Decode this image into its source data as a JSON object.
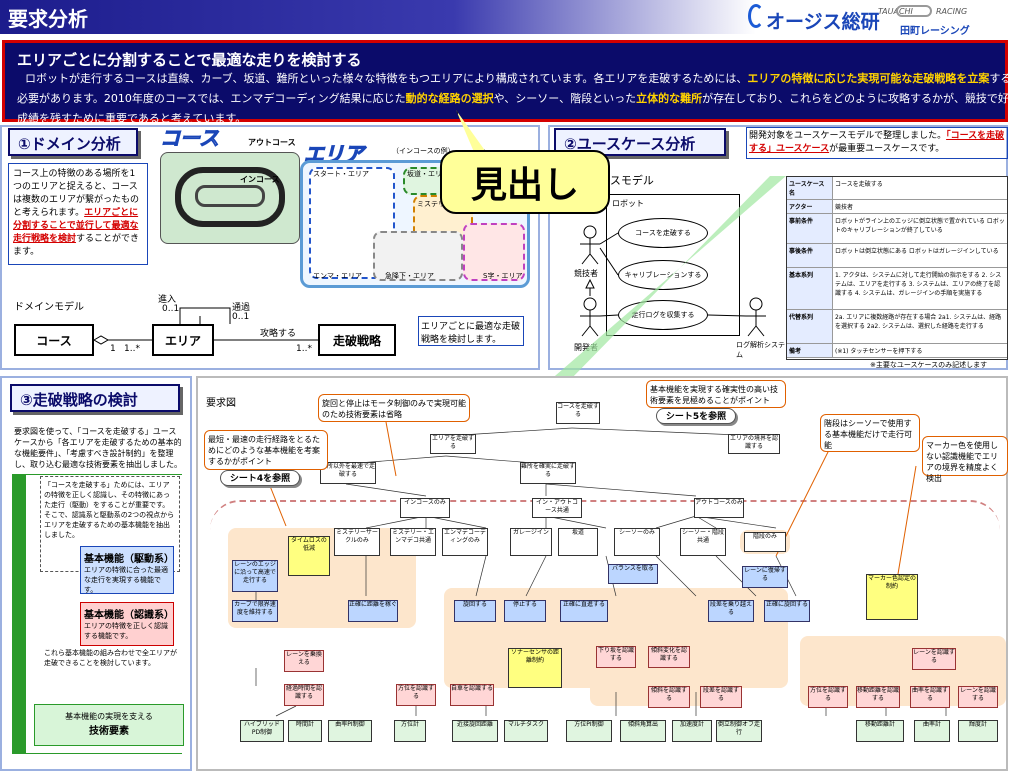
{
  "header": {
    "title": "要求分析",
    "logo_text": "オージス総研",
    "logo_sub_left": "TAUACHI",
    "logo_sub_right": "RACING",
    "logo_jp": "田町レーシング"
  },
  "banner": {
    "title": "エリアごとに分割することで最適な走りを検討する",
    "body_1": "ロボットが走行するコースは直線、カーブ、坂道、難所といった様々な特徴をもつエリアにより構成されています。各エリアを走破するためには、",
    "hl_1": "エリアの特徴に応じた実現可能な走破戦略",
    "hl_2": "を立案",
    "body_2": "する必要があります。2010年度のコースでは、エンマデコーディング結果に応じた",
    "hl_3": "動的な経路の選択",
    "body_3": "や、シーソー、階段といった",
    "hl_4": "立体的な難所",
    "body_4": "が存在しており、これらをどのように攻略するかが、競技で好成績を残すために重要であると考えています。"
  },
  "bubble": {
    "label": "見出し"
  },
  "domain": {
    "title": "①ドメイン分析",
    "desc_1": "コース上の特徴のある場所を1つのエリアと捉えると、コースは複数のエリアが繋がったものと考えられます。",
    "desc_link": "エリアごとに分割することで並行して最適な走行戦略を検討",
    "desc_2": "することができます。",
    "course_label": "コース",
    "outcourse": "アウトコース",
    "incourse": "インコース",
    "area_label": "エリア",
    "area_sub": "（インコースの例）",
    "areas": [
      "スタート・エリア",
      "坂道・エリア",
      "ミステリー・エリア",
      "エンマ・エリア",
      "急降下・エリア",
      "S字・エリア"
    ],
    "model_label": "ドメインモデル",
    "cls_course": "コース",
    "cls_area": "エリア",
    "cls_strategy": "走破戦略",
    "rel_in": "進入",
    "rel_in_mult": "0..1",
    "rel_pass": "通過",
    "rel_pass_mult": "0..1",
    "rel_attack": "攻略する",
    "mult_1": "1",
    "mult_many": "1..*",
    "mult_many2": "1..*",
    "note": "エリアごとに最適な走破戦略を検討します。"
  },
  "usecase": {
    "title": "②ユースケース分析",
    "desc_1": "開発対象をユースケースモデルで整理しました。",
    "desc_link": "「コースを走破する」ユースケース",
    "desc_2": "が最重要ユースケースです。",
    "model_label": "ユースケースモデル",
    "robot": "ロボット",
    "actor_1": "競技者",
    "actor_2": "開発者",
    "actor_3": "ログ解析システム",
    "uc_1": "コースを走破する",
    "uc_2": "キャリブレーションする",
    "uc_3": "走行ログを収集する",
    "table_rows": [
      {
        "k": "ユースケース名",
        "v": "コースを走破する"
      },
      {
        "k": "アクター",
        "v": "競技者"
      },
      {
        "k": "事前条件",
        "v": "ロボットがライン上のエッジに倒立状態で置かれている ロボットのキャリブレーションが終了している"
      },
      {
        "k": "事後条件",
        "v": "ロボットは倒立状態にある ロボットはガレージインしている"
      },
      {
        "k": "基本系列",
        "v": "1. アクタは、システムに対して走行開始の指示をする 2. システムは、エリアを走行する 3. システムは、エリアの終了を認識する 4. システムは、ガレージインの手順を実施する"
      },
      {
        "k": "代替系列",
        "v": "2a. エリアに複数経路が存在する場合 2a1. システムは、経路を選択する 2a2. システムは、選択した経路を走行する"
      },
      {
        "k": "備考",
        "v": "(※1) タッチセンサーを押下する"
      }
    ],
    "footnote": "※主要なユースケースのみ記述します"
  },
  "strategy": {
    "title": "③走破戦略の検討",
    "desc": "要求図を使って、「コースを走破する」ユースケースから「各エリアを走破するための基本的な機能要件」、「考慮すべき設計制約」を整理し、取り込む最適な技術要素を抽出しました。",
    "inner_desc": "「コースを走破する」ためには、エリアの特徴を正しく認識し、その特徴にあった走行（駆動）をすることが重要です。そこで、認識系と駆動系の2つの視点からエリアを走破するための基本機能を抽出しました。",
    "func_1_title": "基本機能（駆動系）",
    "func_1_desc": "エリアの特徴に合った最適な走行を実現する機能です。",
    "func_2_title": "基本機能（認識系）",
    "func_2_desc": "エリアの特徴を正しく認識する機能です。",
    "combine": "これら基本機能の組み合わせで全エリアが走破できることを検討しています。",
    "tech_title": "基本機能の実現を支える",
    "tech_label": "技術要素",
    "diagram_label": "要求図"
  },
  "reqdiag": {
    "root": "コースを走破する",
    "notes": [
      "旋回と停止はモータ制御のみで実現可能のため技術要素は省略",
      "基本機能を実現する確実性の高い技術要素を見極めることがポイント",
      "最短・最速の走行経路をとるためにどのような基本機能を考案するかがポイント",
      "階段はシーソーで使用する基本機能だけで走行可能",
      "マーカー色を使用しない認識機能でエリアの境界を精度よく検出"
    ],
    "refs": [
      "シート5を参照",
      "シート4を参照"
    ],
    "nodes_l1": [
      "エリアを走破する",
      "エリアの境界を認識する"
    ],
    "nodes_l2": [
      "難所以外を最速で走破する",
      "難所を確実に走破する"
    ],
    "nodes_l3": [
      "インコースのみ",
      "イン・アウトコース共通",
      "アウトコースのみ"
    ],
    "nodes_l4": [
      "ミステリーサークルのみ",
      "ミステリー・エンマデコ共通",
      "エンマデコーディングのみ",
      "ガレージイン",
      "坂道",
      "シーソーのみ",
      "シーソー・階段共通",
      "階段のみ"
    ],
    "blue_nodes": [
      "レーンのエッジに沿って高速で走行する",
      "カーブで限界速度を維持する",
      "正確に距離を稼ぐ",
      "旋回する",
      "停止する",
      "正確に直進する",
      "バランスを取る",
      "段差を乗り越える",
      "正確に旋回する",
      "レーンに復帰する"
    ],
    "pink_nodes": [
      "レーンを乗換える",
      "経過時間を認識する",
      "方位を認識する",
      "下り坂を認識する",
      "傾斜変化を認識する",
      "傾斜を認識する",
      "段差を認識する",
      "自車を認識する",
      "方位を認識する",
      "移動距離を認識する",
      "曲率を認識する",
      "レーンを認識する"
    ],
    "yellow_nodes": [
      "タイムロスの低減",
      "ソナーセンサの距離制約",
      "マーカー色認定の制約"
    ],
    "tech": [
      "ハイブリッドPD制御",
      "時間計",
      "曲率PI制御",
      "方位計",
      "近接旋回距離",
      "マルチタスク",
      "方位PI制御",
      "傾斜角算出",
      "加速度計",
      "倒立制御オフ走行",
      "移動距離計",
      "曲率計",
      "輝度計"
    ]
  }
}
